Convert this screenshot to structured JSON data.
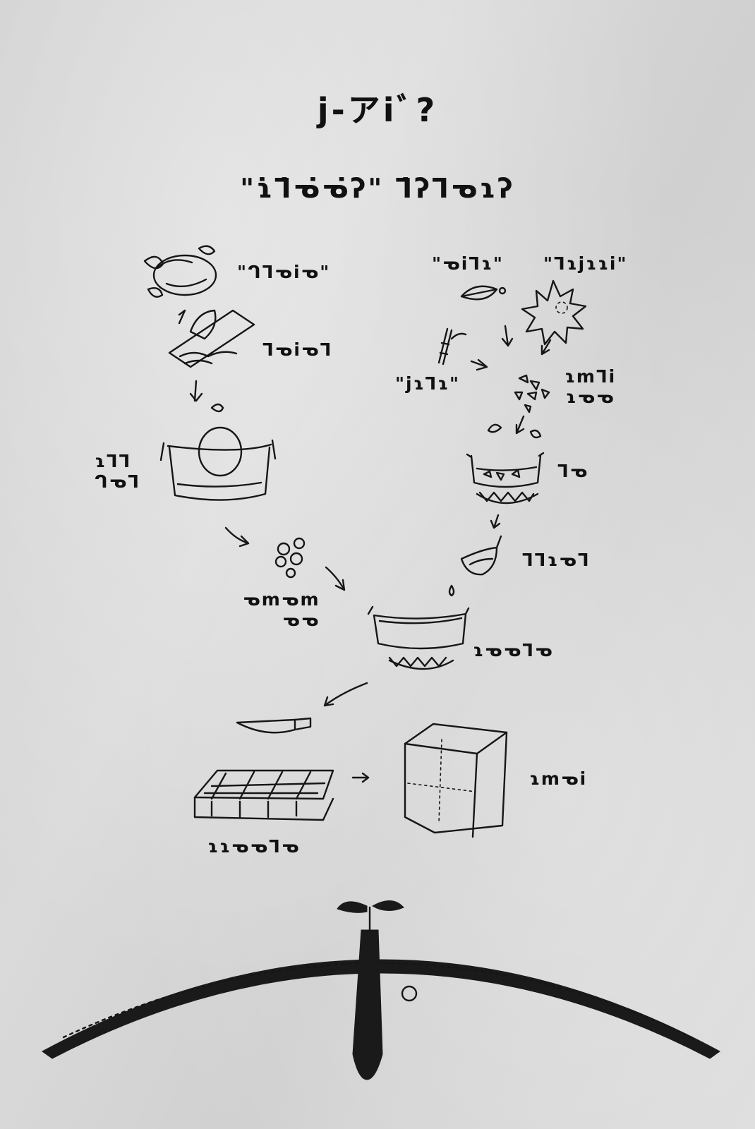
{
  "title": "j-アiﾞ?",
  "subtitle": "\"ɿ̇ᒣ̇ᓀ̇ᓀ̇ʔ\" ᒣ̇ʔᒣᓀɿʔ",
  "labels": {
    "raw_ingredient_left": "\"ᒉᒣᓀiᓀ\"",
    "grate": "ᒣᓀiᓀᒣ",
    "soak": "ɿᒣᒣ\nᒉᓀᒣ",
    "residue": "ᓀmᓀm\nᓀᓀ",
    "leaf_ingredient": "\"ᓀiᒣɿ\"",
    "flower_ingredient": "\"ᒣɿjɿɿi\"",
    "stem_ingredient": "\"jɿᒣɿ\"",
    "chop_mix": "ɿmᒣi\nɿᓀᓀ",
    "boil": "ᒣᓀ",
    "ladle": "ᒣᒣɿᓀᒣ",
    "cook": "ɿᓀᓀᒣᓀ",
    "cut_block": "ɿɿᓀᓀᒣᓀ",
    "finished": "ɿmᓀi"
  }
}
